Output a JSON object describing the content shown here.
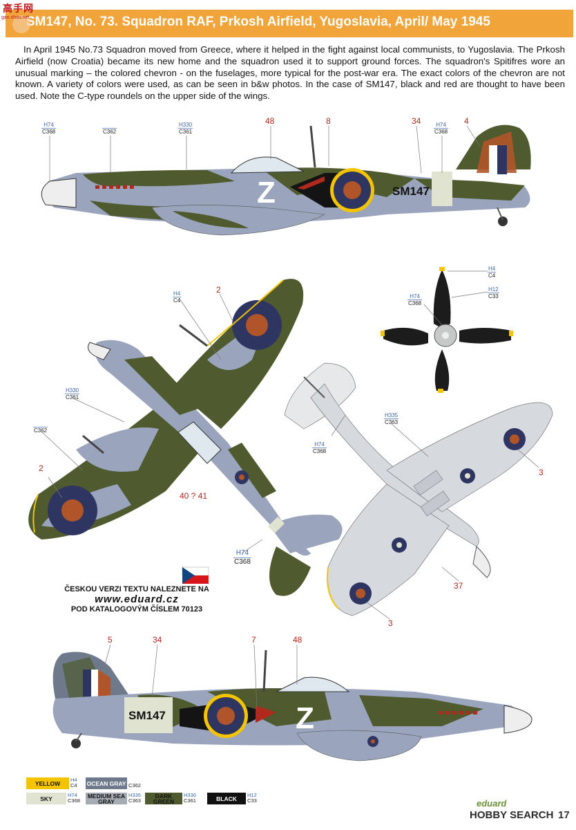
{
  "watermark": {
    "chars": "高手网",
    "url": "gao.shou.net"
  },
  "title": "SM147, No. 73. Squadron RAF, Prkosh Airfield, Yugoslavia, April/ May 1945",
  "intro": "In April 1945 No.73 Squadron moved from Greece, where it helped in the fight against local communists, to Yugoslavia. The Prkosh Airfield (now Croatia) became its new home and the squadron used it to support ground forces. The squadron's Spitifres wore an unusual marking – the colored chevron - on the fuselages, more typical for the post-war era. The exact colors of the chevron are not known. A variety of colors were used, as can be seen in b&w photos. In the case of SM147, black and red are thought to have been used. Note the C-type roundels on the upper side of the wings.",
  "aircraft": {
    "code_letter": "Z",
    "serial": "SM147"
  },
  "callouts": {
    "side_top": [
      {
        "top": "H74",
        "bot": "C368"
      },
      {
        "top": "",
        "bot": "C362"
      },
      {
        "top": "H330",
        "bot": "C361"
      },
      {
        "top": "H74",
        "bot": "C368"
      }
    ],
    "top_view": [
      {
        "top": "H4",
        "bot": "C4"
      },
      {
        "top": "H330",
        "bot": "C361"
      },
      {
        "top": "",
        "bot": "C362"
      },
      {
        "top": "H74",
        "bot": "C368"
      }
    ],
    "prop": [
      {
        "top": "H4",
        "bot": "C4"
      },
      {
        "top": "H74",
        "bot": "C368"
      },
      {
        "top": "H12",
        "bot": "C33"
      }
    ],
    "bottom_view": [
      {
        "top": "H335",
        "bot": "C363"
      },
      {
        "top": "H74",
        "bot": "C368"
      }
    ]
  },
  "numbers": {
    "side_top": [
      "48",
      "8",
      "34",
      "4"
    ],
    "top_view": [
      "2",
      "2",
      "40 ? 41"
    ],
    "bottom_view": [
      "3",
      "37",
      "3"
    ],
    "side_bottom": [
      "5",
      "34",
      "7",
      "48"
    ]
  },
  "czech": {
    "line1": "ČESKOU VERZI TEXTU NALEZNETE NA",
    "line2": "www.eduard.cz",
    "line3": "POD KATALOGOVÝM ČÍSLEM 70123"
  },
  "legend": [
    {
      "name": "YELLOW",
      "h": "H4",
      "c": "C4",
      "bg": "#f5c400",
      "fg": "#111111"
    },
    {
      "name": "OCEAN GRAY",
      "h": "",
      "c": "C362",
      "bg": "#6e7a8c",
      "fg": "#ffffff"
    },
    {
      "name": "SKY",
      "h": "H74",
      "c": "C368",
      "bg": "#dfe3cf",
      "fg": "#111111"
    },
    {
      "name": "MEDIUM SEA GRAY",
      "h": "H335",
      "c": "C363",
      "bg": "#a6acb3",
      "fg": "#111111"
    },
    {
      "name": "DARK GREEN",
      "h": "H330",
      "c": "C361",
      "bg": "#4f5a2f",
      "fg": "#111111"
    },
    {
      "name": "BLACK",
      "h": "H12",
      "c": "C33",
      "bg": "#111111",
      "fg": "#ffffff"
    }
  ],
  "footer": {
    "brand": "eduard",
    "source": "HOBBY SEARCH",
    "page": "17"
  },
  "colors": {
    "header": "#f0a43a",
    "dark_green": "#4f5a2f",
    "ocean_gray": "#6e7a8c",
    "sea_gray": "#9aa5bd",
    "sky": "#dfe3cf",
    "roundel_blue": "#2f3561",
    "roundel_red": "#b0552a",
    "yellow": "#f5c400",
    "underside": "#d6d9de"
  }
}
